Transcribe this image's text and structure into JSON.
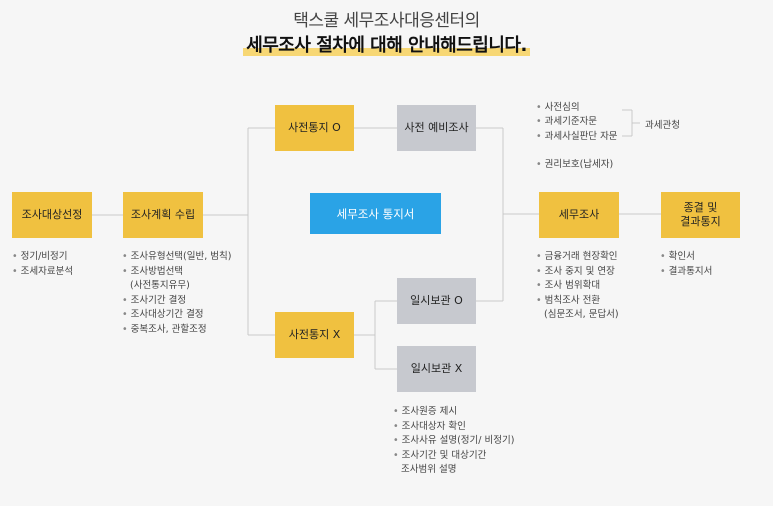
{
  "header": {
    "subtitle": "택스쿨 세무조사대응센터의",
    "title": "세무조사 절차에 대해 안내해드립니다."
  },
  "colors": {
    "yellow": "#f0c140",
    "gray": "#c7c9cf",
    "blue": "#2aa3e6",
    "highlight": "#f7d774"
  },
  "boxes": {
    "target_selection": "조사대상선정",
    "plan": "조사계획 수립",
    "pre_notice_o": "사전통지 O",
    "pre_notice_x": "사전통지 X",
    "pre_investigation": "사전 예비조사",
    "notice_doc": "세무조사 통지서",
    "temp_keep_o": "일시보관 O",
    "temp_keep_x": "일시보관 X",
    "tax_audit": "세무조사",
    "end_line1": "종결 및",
    "end_line2": "결과통지"
  },
  "lists": {
    "target": [
      "정기/비정기",
      "조세자료분석"
    ],
    "plan": [
      "조사유형선택(일반, 범칙)",
      "조사방법선택",
      "(사전통지유무)",
      "조사기간 결정",
      "조사대상기간 결정",
      "중복조사, 관할조정"
    ],
    "top_right": [
      "사전심의",
      "과세기준자문",
      "과세사실판단 자문"
    ],
    "top_right_group": "과세관청",
    "rights": [
      "권리보호(납세자)"
    ],
    "audit": [
      "금융거래 현장확인",
      "조사 중지 및 연장",
      "조사 범위확대",
      "범칙조사 전환",
      "(심문조서, 문답서)"
    ],
    "end": [
      "확인서",
      "결과통지서"
    ],
    "bottom": [
      "조사원증 제시",
      "조사대상자 확인",
      "조사사유 설명(정기/ 비정기)",
      "조사기간 및 대상기간",
      "조사범위 설명"
    ]
  }
}
